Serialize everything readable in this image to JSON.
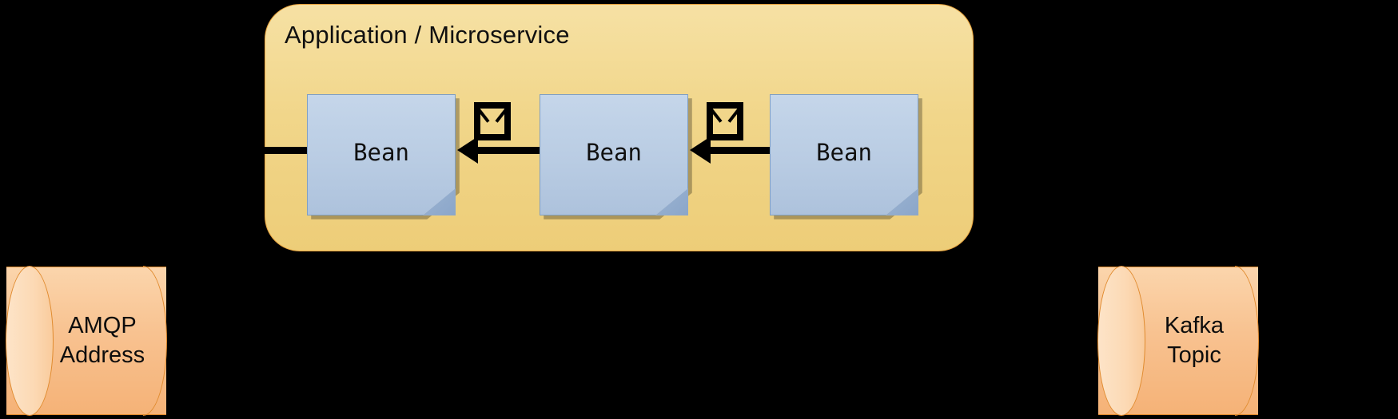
{
  "diagram": {
    "title": "Application / Microservice",
    "background_color": "#000000",
    "panel": {
      "label": "Application / Microservice",
      "fill_color": "#f2d78d",
      "border_color": "#e8a33d"
    },
    "beans": [
      {
        "label": "Bean"
      },
      {
        "label": "Bean"
      },
      {
        "label": "Bean"
      }
    ],
    "bean_style": {
      "fill_color": "#b8cce4",
      "border_color": "#7f9fc4"
    },
    "icons": [
      {
        "name": "envelope-icon"
      },
      {
        "name": "envelope-icon"
      }
    ],
    "arrows": [
      {
        "name": "arrow-kafka-to-bean3",
        "direction": "left"
      },
      {
        "name": "arrow-bean3-to-bean2",
        "direction": "left"
      },
      {
        "name": "arrow-bean2-to-bean1",
        "direction": "left"
      },
      {
        "name": "arrow-bean1-to-amqp",
        "direction": "left"
      }
    ],
    "endpoints": {
      "left": {
        "line1": "AMQP",
        "line2": "Address",
        "fill_color": "#f8c290",
        "border_color": "#e08b2f"
      },
      "right": {
        "line1": "Kafka",
        "line2": "Topic",
        "fill_color": "#f8c290",
        "border_color": "#e08b2f"
      }
    }
  }
}
